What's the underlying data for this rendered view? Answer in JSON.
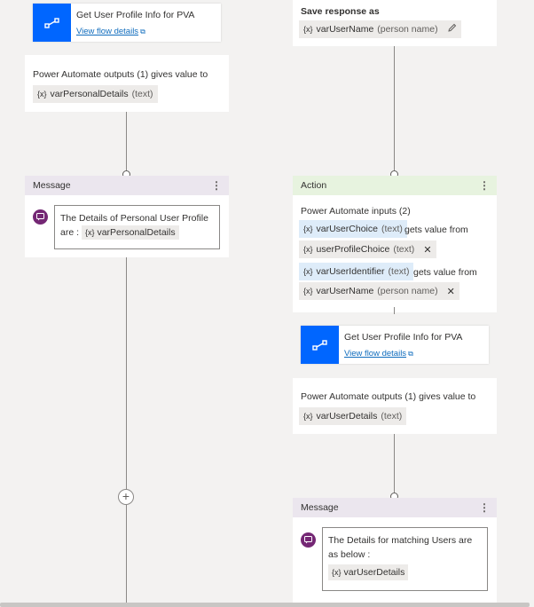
{
  "left": {
    "flow": {
      "title": "Get User Profile Info for PVA",
      "link": "View flow details"
    },
    "outputs_label": "Power Automate outputs (1) gives value to",
    "output_var": {
      "name": "varPersonalDetails",
      "type": "(text)"
    },
    "message": {
      "header": "Message",
      "text": "The Details of Personal User Profile are :",
      "var": "varPersonalDetails"
    }
  },
  "right": {
    "save_response": {
      "label": "Save response as",
      "var": {
        "name": "varUserName",
        "type": "(person name)"
      }
    },
    "action": {
      "header": "Action",
      "inputs_label": "Power Automate inputs (2)",
      "inputs": [
        {
          "target": {
            "name": "varUserChoice",
            "type": "(text)"
          },
          "connector": "gets value from",
          "source": {
            "name": "userProfileChoice",
            "type": "(text)"
          }
        },
        {
          "target": {
            "name": "varUserIdentifier",
            "type": "(text)"
          },
          "connector": "gets value from",
          "source": {
            "name": "varUserName",
            "type": "(person name)"
          }
        }
      ],
      "flow": {
        "title": "Get User Profile Info for PVA",
        "link": "View flow details"
      },
      "outputs_label": "Power Automate outputs (1) gives value to",
      "output_var": {
        "name": "varUserDetails",
        "type": "(text)"
      }
    },
    "message": {
      "header": "Message",
      "text": "The Details for matching Users are as below :",
      "var": "varUserDetails"
    }
  },
  "glyphs": {
    "var": "{x}",
    "kebab": "⋮",
    "close": "✕",
    "plus": "+",
    "ext": "⧉"
  },
  "colors": {
    "flow_icon_bg": "#0066ff",
    "message_header_bg": "#ebe6ee",
    "action_header_bg": "#e7f3df",
    "variable_chip_bg": "#edebe9",
    "input_chip_bg": "#deecf9",
    "message_bubble": "#742774",
    "link": "#0f6cbd"
  },
  "icons": [
    "flow-icon",
    "external-link-icon",
    "edit-pencil-icon",
    "more-options-icon",
    "message-bubble-icon",
    "close-icon",
    "add-icon"
  ]
}
